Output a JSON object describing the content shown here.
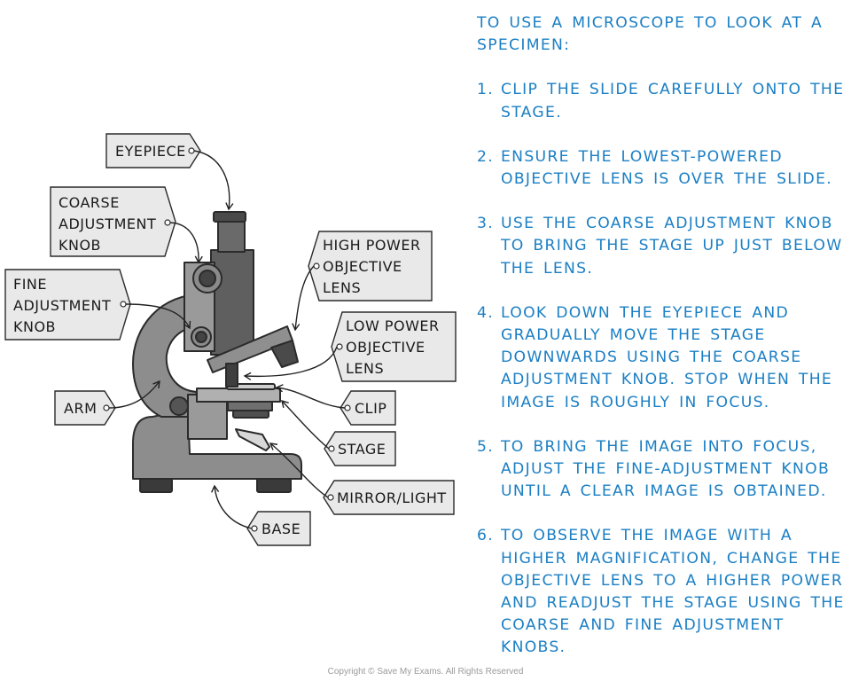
{
  "instructions": {
    "heading": "To use a microscope to look at a specimen:",
    "steps": [
      {
        "num": "1.",
        "text": "Clip the slide carefully onto the stage."
      },
      {
        "num": "2.",
        "text": "Ensure the lowest-powered objective lens is over the slide."
      },
      {
        "num": "3.",
        "text": "Use the coarse adjustment knob to bring the stage up just below the lens."
      },
      {
        "num": "4.",
        "text": "Look down the eyepiece and gradually move the stage downwards using the coarse adjustment knob. Stop when the image is roughly in focus."
      },
      {
        "num": "5.",
        "text": "To bring the image into focus, adjust the fine-adjustment knob until a clear image is obtained."
      },
      {
        "num": "6.",
        "text": "To observe the image with a higher magnification, change the objective lens to a higher power and readjust the stage using the coarse and fine adjustment knobs."
      }
    ]
  },
  "labels": {
    "eyepiece": "EYEPIECE",
    "coarse": [
      "COARSE",
      "ADJUSTMENT",
      "KNOB"
    ],
    "fine": [
      "FINE",
      "ADJUSTMENT",
      "KNOB"
    ],
    "arm": "ARM",
    "high_power": [
      "HIGH POWER",
      "OBJECTIVE",
      "LENS"
    ],
    "low_power": [
      "LOW POWER",
      "OBJECTIVE",
      "LENS"
    ],
    "clip": "CLIP",
    "stage": "STAGE",
    "mirror": "MIRROR/LIGHT",
    "base": "BASE"
  },
  "copyright": "Copyright © Save My Exams. All Rights Reserved",
  "colors": {
    "text_blue": "#1b7fc4",
    "tag_fill": "#e9e9e9",
    "body_gray": "#8d8d8d",
    "dark_gray": "#5a5a5a"
  }
}
